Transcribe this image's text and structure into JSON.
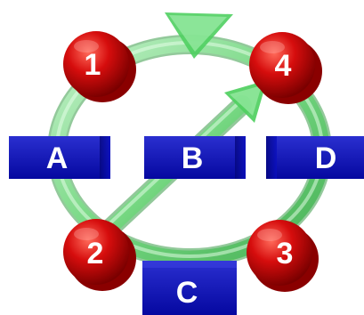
{
  "nodes": [
    {
      "id": "1",
      "label": "1"
    },
    {
      "id": "2",
      "label": "2"
    },
    {
      "id": "3",
      "label": "3"
    },
    {
      "id": "4",
      "label": "4"
    }
  ],
  "boxes": [
    {
      "id": "A",
      "label": "A"
    },
    {
      "id": "B",
      "label": "B"
    },
    {
      "id": "C",
      "label": "C"
    },
    {
      "id": "D",
      "label": "D"
    }
  ],
  "edges": [
    {
      "from": "1",
      "to": "4",
      "arrow": true
    },
    {
      "from": "4",
      "to": "3",
      "arrow": false
    },
    {
      "from": "3",
      "to": "2",
      "arrow": false
    },
    {
      "from": "2",
      "to": "1",
      "arrow": false
    },
    {
      "from": "2",
      "to": "4",
      "arrow": true
    }
  ],
  "colors": {
    "node": "#cc0000",
    "box": "#0a10b0",
    "ring": "#7ee08a",
    "text": "#ffffff"
  }
}
